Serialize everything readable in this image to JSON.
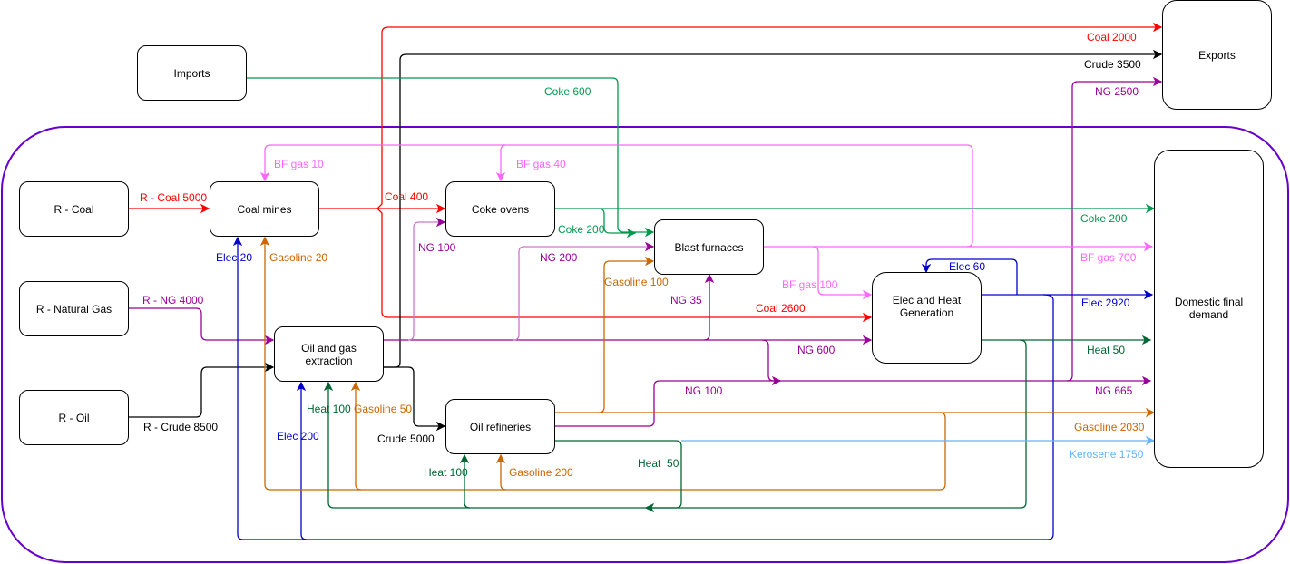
{
  "diagram": {
    "title": "Energy flow diagram",
    "boundary_color": "#6600cc",
    "colors": {
      "coal": "#ff0000",
      "crude": "#000000",
      "ng": "#990099",
      "coke": "#00994d",
      "bfgas": "#ff66ff",
      "elec": "#0000cc",
      "gasoline": "#cc6600",
      "heat": "#006633",
      "kerosene": "#66b2ff"
    },
    "nodes": {
      "imports": "Imports",
      "exports": "Exports",
      "r_coal": "R - Coal",
      "r_ng": "R - Natural Gas",
      "r_oil": "R - Oil",
      "coal_mines": "Coal mines",
      "coke_ovens": "Coke ovens",
      "blast_furnaces": "Blast furnaces",
      "oil_gas_extraction": "Oil and gas extraction",
      "oil_refineries": "Oil refineries",
      "elec_heat": "Elec and Heat Generation",
      "domestic": "Domestic final demand"
    },
    "flows": {
      "r_coal_5000": "R - Coal 5000",
      "r_ng_4000": "R - NG 4000",
      "r_crude_8500": "R - Crude 8500",
      "coal_400": "Coal 400",
      "coal_2000": "Coal 2000",
      "coal_2600": "Coal 2600",
      "crude_3500": "Crude 3500",
      "crude_5000": "Crude 5000",
      "ng_2500": "NG 2500",
      "ng_100_coke": "NG 100",
      "ng_200": "NG 200",
      "ng_35": "NG 35",
      "ng_600": "NG 600",
      "ng_100_ref": "NG 100",
      "ng_665": "NG 665",
      "coke_600": "Coke 600",
      "coke_200_bf": "Coke 200",
      "coke_200_dom": "Coke 200",
      "bfgas_10": "BF gas 10",
      "bfgas_40": "BF gas 40",
      "bfgas_100": "BF gas 100",
      "bfgas_700": "BF gas 700",
      "elec_20": "Elec 20",
      "elec_200": "Elec 200",
      "elec_60": "Elec 60",
      "elec_2920": "Elec 2920",
      "gasoline_20": "Gasoline 20",
      "gasoline_50": "Gasoline 50",
      "gasoline_100": "Gasoline 100",
      "gasoline_200": "Gasoline 200",
      "gasoline_2030": "Gasoline 2030",
      "heat_100_ext": "Heat 100",
      "heat_100_ref": "Heat 100",
      "heat_50_ref": "Heat  50",
      "heat_50_dom": "Heat 50",
      "kerosene_1750": "Kerosene 1750"
    }
  }
}
